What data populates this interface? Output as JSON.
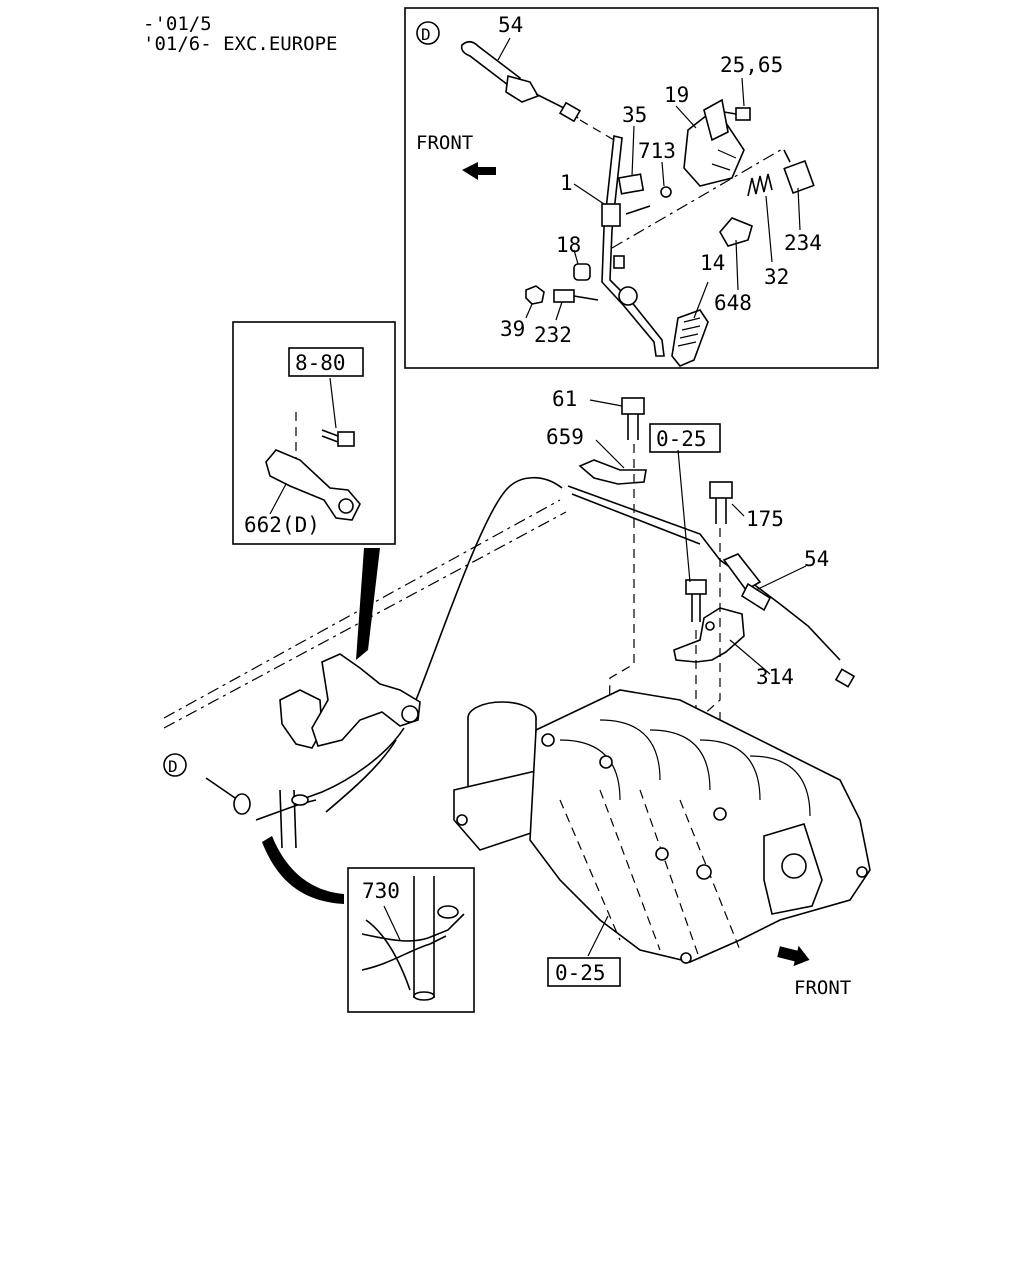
{
  "header": {
    "line1": "-'01/5",
    "line2": "'01/6- EXC.EUROPE"
  },
  "markers": {
    "top_circle": "D",
    "left_circle": "D"
  },
  "front_labels": {
    "top": "FRONT",
    "bottom": "FRONT"
  },
  "callouts": {
    "c54_top": "54",
    "c2565": "25,65",
    "c35": "35",
    "c19": "19",
    "c713": "713",
    "c1": "1",
    "c18": "18",
    "c14": "14",
    "c234": "234",
    "c32": "32",
    "c648": "648",
    "c39": "39",
    "c232": "232",
    "c880": "8-80",
    "c662": "662(D)",
    "c61": "61",
    "c659": "659",
    "c025_top": "0-25",
    "c175": "175",
    "c54_mid": "54",
    "c314": "314",
    "c730": "730",
    "c025_bottom": "0-25"
  }
}
